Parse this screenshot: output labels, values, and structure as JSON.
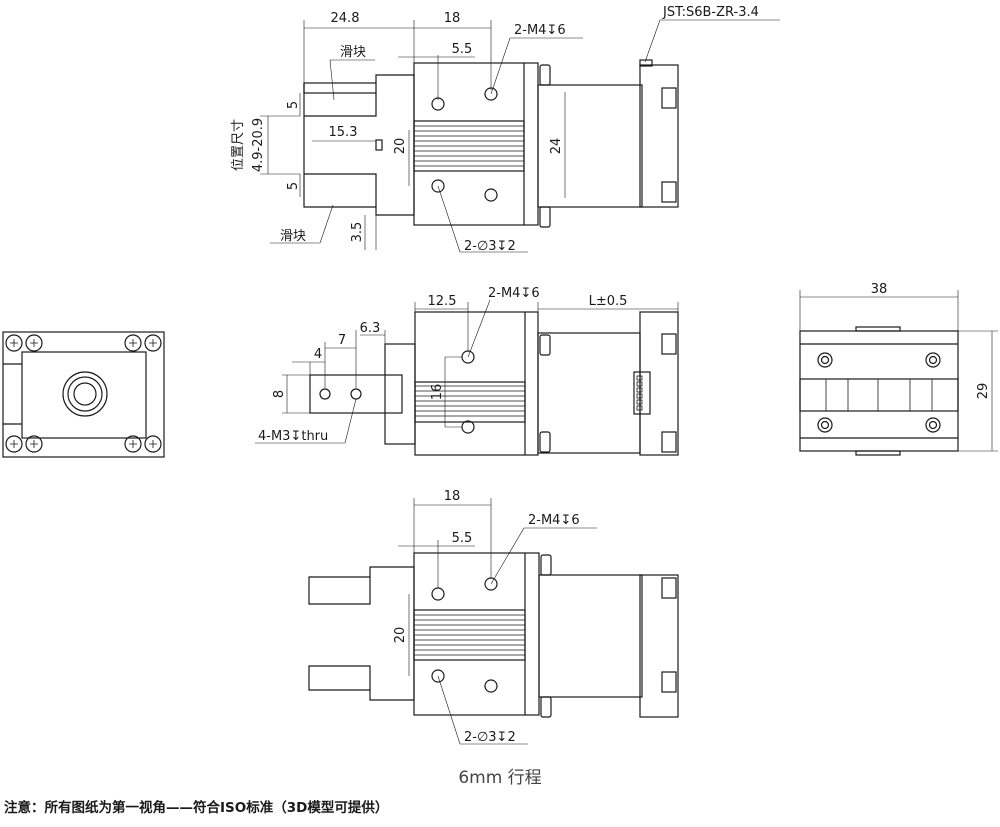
{
  "top_view": {
    "dims": {
      "d248": "24.8",
      "d18": "18",
      "d55": "5.5",
      "m4": "2-M4↧6",
      "jst": "JST:S6B-ZR-3.4",
      "slider_a": "滑块",
      "slider_b": "滑块",
      "d5a": "5",
      "d5b": "5",
      "pos_label": "位置尺寸",
      "pos_range": "4.9-20.9",
      "d153": "15.3",
      "d20": "20",
      "d24": "24",
      "d35": "3.5",
      "hole": "2-∅3↧2"
    }
  },
  "side_view": {
    "dims": {
      "d125": "12.5",
      "m4": "2-M4↧6",
      "len": "L±0.5",
      "d63": "6.3",
      "d7": "7",
      "d4": "4",
      "d8": "8",
      "d16": "16",
      "thru": "4-M3↧thru"
    }
  },
  "right_view": {
    "dims": {
      "d38": "38",
      "d29": "29"
    }
  },
  "bottom_view": {
    "dims": {
      "d18": "18",
      "d55": "5.5",
      "m4": "2-M4↧6",
      "d20": "20",
      "hole": "2-∅3↧2"
    }
  },
  "caption": "6mm 行程",
  "note": "注意：所有图纸为第一视角——符合ISO标准（3D模型可提供）"
}
